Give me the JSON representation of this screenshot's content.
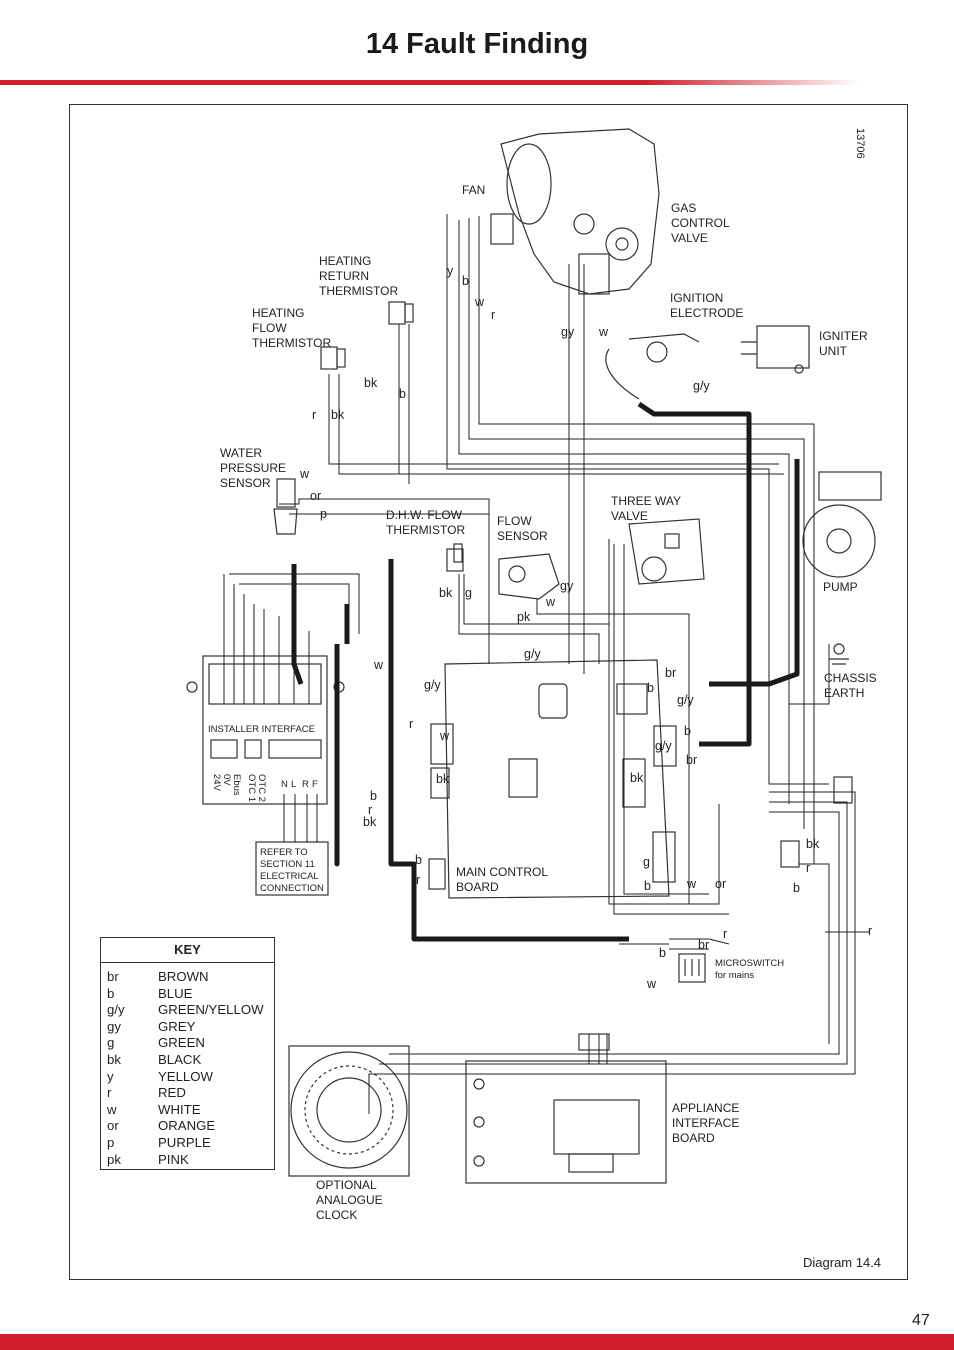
{
  "header": {
    "title": "14  Fault Finding"
  },
  "diagram": {
    "caption": "Diagram 14.4",
    "code": "13706",
    "components": {
      "fan": "FAN",
      "gas_valve": [
        "GAS",
        "CONTROL",
        "VALVE"
      ],
      "ignition_electrode": [
        "IGNITION",
        "ELECTRODE"
      ],
      "igniter_unit": [
        "IGNITER",
        "UNIT"
      ],
      "heating_return": [
        "HEATING",
        "RETURN",
        "THERMISTOR"
      ],
      "heating_flow": [
        "HEATING",
        "FLOW",
        "THERMISTOR"
      ],
      "water_pressure": [
        "WATER",
        "PRESSURE",
        "SENSOR"
      ],
      "dhw_flow": [
        "D.H.W. FLOW",
        "THERMISTOR"
      ],
      "flow_sensor": [
        "FLOW",
        "SENSOR"
      ],
      "three_way": [
        "THREE WAY",
        "VALVE"
      ],
      "pump": "PUMP",
      "chassis_earth": [
        "CHASSIS",
        "EARTH"
      ],
      "installer_interface": "INSTALLER INTERFACE",
      "installer_terminals": [
        "24V",
        "0V",
        "Ebus",
        "OTC 1",
        "OTC 2",
        "N",
        "L",
        "R",
        "F"
      ],
      "refer": [
        "REFER TO",
        "SECTION 11",
        "ELECTRICAL",
        "CONNECTION"
      ],
      "main_board": [
        "MAIN CONTROL",
        "BOARD"
      ],
      "microswitch": [
        "MICROSWITCH",
        "for mains"
      ],
      "appliance_board": [
        "APPLIANCE",
        "INTERFACE",
        "BOARD"
      ],
      "clock": [
        "OPTIONAL",
        "ANALOGUE",
        "CLOCK"
      ]
    },
    "wire_codes": [
      "y",
      "b",
      "w",
      "r",
      "gy",
      "w",
      "g/y",
      "bk",
      "b",
      "r",
      "bk",
      "w",
      "or",
      "p",
      "bk",
      "g",
      "gy",
      "w",
      "pk",
      "g/y",
      "w",
      "g/y",
      "r",
      "w",
      "bk",
      "b",
      "r",
      "bk",
      "b",
      "r",
      "br",
      "b",
      "g/y",
      "g/y",
      "b",
      "br",
      "bk",
      "g",
      "b",
      "w",
      "or",
      "bk",
      "r",
      "b",
      "r",
      "br",
      "b",
      "w",
      "r"
    ]
  },
  "key": {
    "title": "KEY",
    "entries": [
      {
        "code": "br",
        "name": "BROWN"
      },
      {
        "code": "b",
        "name": "BLUE"
      },
      {
        "code": "g/y",
        "name": "GREEN/YELLOW"
      },
      {
        "code": "gy",
        "name": "GREY"
      },
      {
        "code": "g",
        "name": "GREEN"
      },
      {
        "code": "bk",
        "name": "BLACK"
      },
      {
        "code": "y",
        "name": "YELLOW"
      },
      {
        "code": "r",
        "name": "RED"
      },
      {
        "code": "w",
        "name": "WHITE"
      },
      {
        "code": "or",
        "name": "ORANGE"
      },
      {
        "code": "p",
        "name": "PURPLE"
      },
      {
        "code": "pk",
        "name": "PINK"
      }
    ]
  },
  "footer": {
    "page_number": "47"
  },
  "colors": {
    "accent": "#d0202e",
    "line": "#222222"
  }
}
